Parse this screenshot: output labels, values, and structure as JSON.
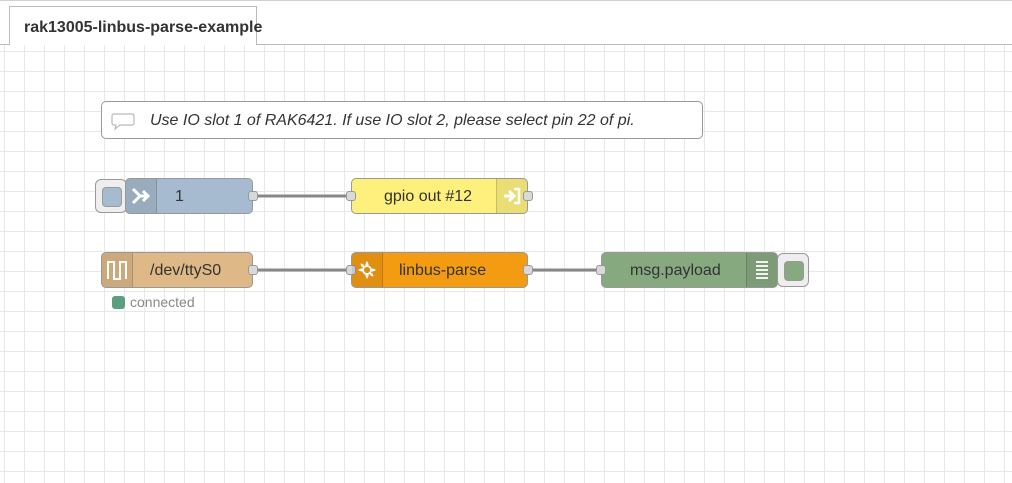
{
  "tab": {
    "label": "rak13005-linbus-parse-example"
  },
  "comment": {
    "text": "Use IO slot 1 of RAK6421. If use IO slot 2, please select pin 22 of pi."
  },
  "nodes": {
    "inject": {
      "label": "1",
      "color": "#a6bbcf"
    },
    "gpio_out": {
      "label": "gpio out #12",
      "color": "#fdf07d"
    },
    "serial_in": {
      "label": "/dev/ttyS0",
      "color": "#deb887",
      "status": "connected",
      "status_color": "#5a9f7e"
    },
    "linbus_parse": {
      "label": "linbus-parse",
      "color": "#f39c12"
    },
    "debug": {
      "label": "msg.payload",
      "color": "#87a980"
    }
  },
  "icons": {
    "inject": "arrow-right-icon",
    "gpio_out": "sign-in-icon",
    "serial": "serial-wave-icon",
    "linbus": "gear-lotus-icon",
    "debug": "list-icon",
    "comment": "speech-bubble-icon"
  }
}
